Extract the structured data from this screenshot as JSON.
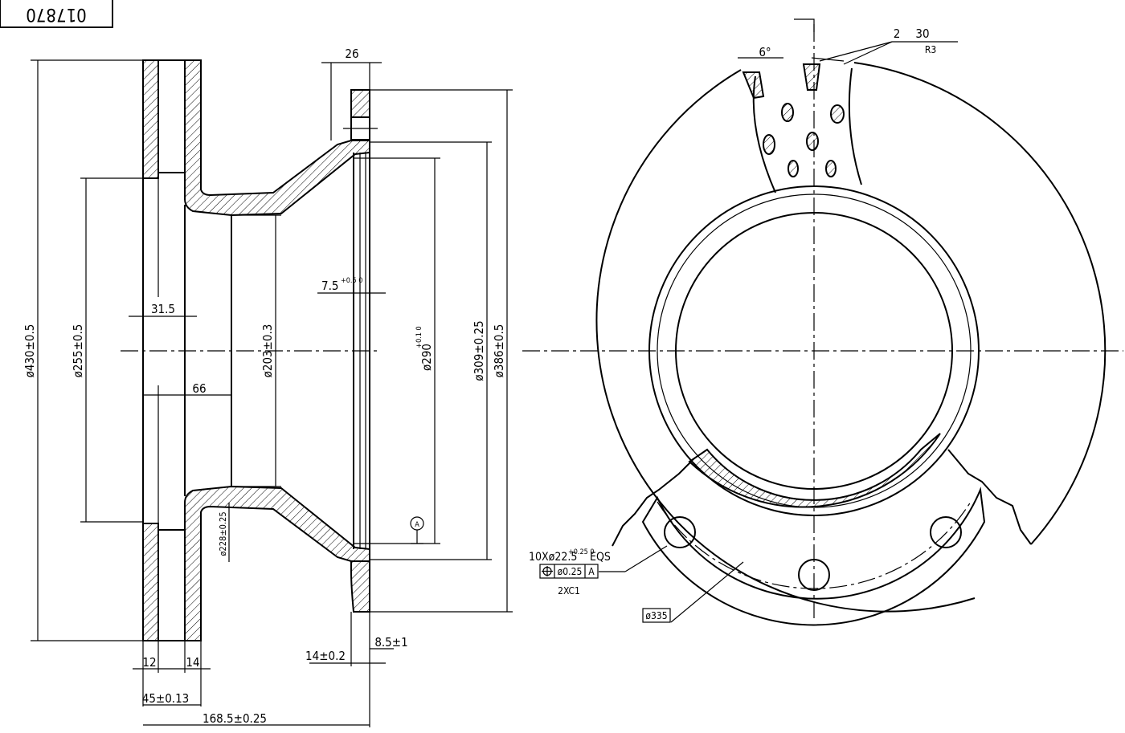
{
  "drawing_number": "017870",
  "section_view": {
    "dims": {
      "flange_width": "26",
      "groove": "7.5",
      "groove_tol": "+0.5 0",
      "offset_31": "31.5",
      "offset_66": "66",
      "d430": "ø430±0.5",
      "d255": "ø255±0.5",
      "d203": "ø203±0.3",
      "d290": "ø290",
      "d290_tol": "+0.1 0",
      "d309": "ø309±0.25",
      "d386": "ø386±0.5",
      "d228": "ø228±0.25",
      "datum": "A",
      "plate_left": "12",
      "plate_right": "14",
      "thickness": "45±0.13",
      "overall": "168.5±0.25",
      "hub_14": "14±0.2",
      "hub_8": "8.5±1"
    }
  },
  "front_view": {
    "angle": "6°",
    "vane_count": "2",
    "vane_len": "30",
    "radius": "R3",
    "holes": "10Xø22.5",
    "holes_tol": "+0.25 0",
    "eqs": "EQS",
    "position_tol": "ø0.25",
    "datum": "A",
    "note": "2XC1",
    "pcd": "ø335"
  }
}
